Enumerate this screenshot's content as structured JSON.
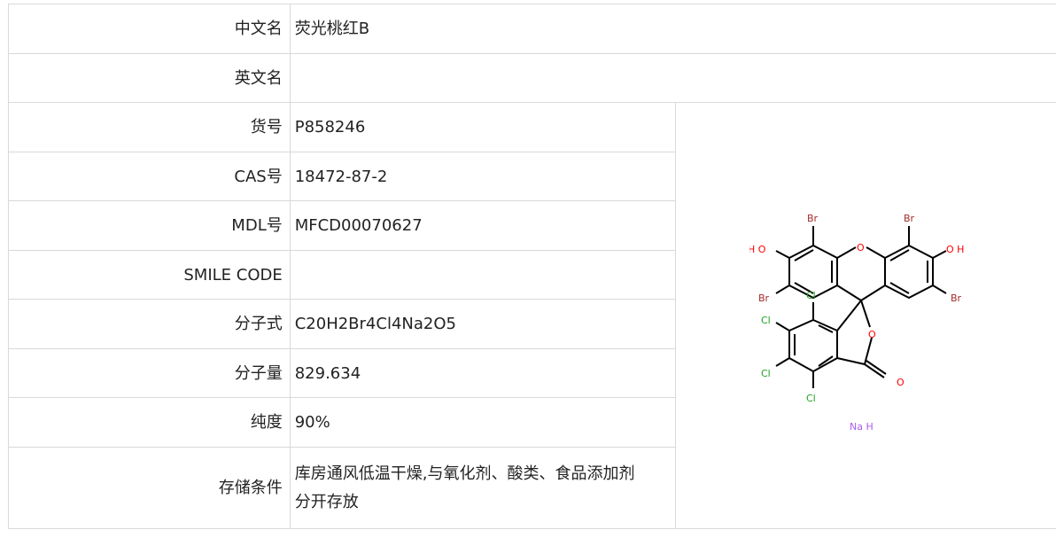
{
  "rows": [
    {
      "label": "中文名",
      "value": "荧光桃红B"
    },
    {
      "label": "英文名",
      "value": ""
    },
    {
      "label": "货号",
      "value": "P858246"
    },
    {
      "label": "CAS号",
      "value": "18472-87-2"
    },
    {
      "label": "MDL号",
      "value": "MFCD00070627"
    },
    {
      "label": "SMILE CODE",
      "value": ""
    },
    {
      "label": "分子式",
      "value": "C20H2Br4Cl4Na2O5"
    },
    {
      "label": "分子量",
      "value": "829.634"
    },
    {
      "label": "纯度",
      "value": "90%"
    },
    {
      "label": "存储条件",
      "value_line1": "库房通风低温干燥,与氧化剂、酸类、食品添加剂",
      "value_line2": "分开存放"
    }
  ],
  "structure": {
    "atoms": {
      "br": "Br",
      "cl": "Cl",
      "ho": "H O",
      "oh": "O H",
      "o": "O",
      "na": "Na H"
    },
    "colors": {
      "bond": "#000000",
      "br": "#a52a2a",
      "cl": "#1fa01f",
      "o": "#ff0000",
      "na": "#ab5cf2"
    }
  }
}
